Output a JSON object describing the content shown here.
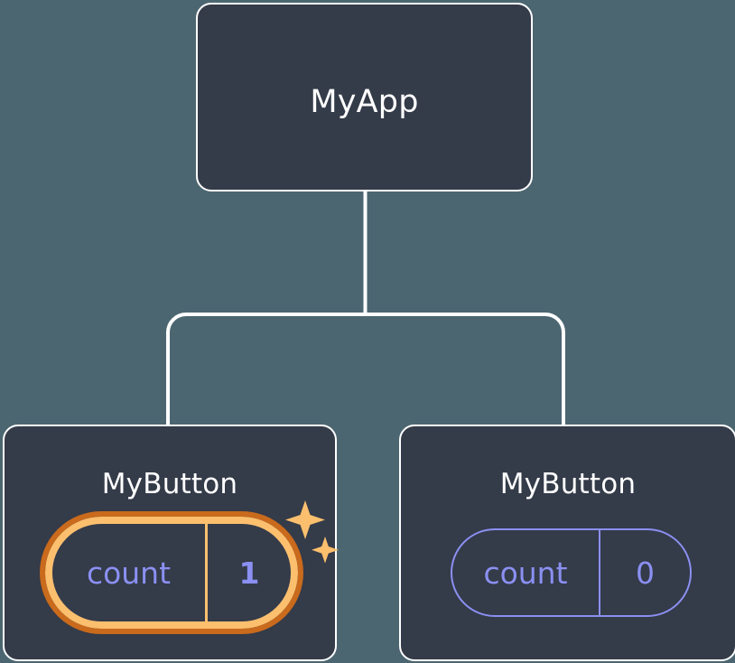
{
  "diagram": {
    "kind": "react-component-tree",
    "background_color": "#4c6671",
    "node_fill_color": "#343b49",
    "node_border_color": "#ffffff",
    "connector_color": "#ffffff",
    "accent_highlight_outer": "#c96a1c",
    "accent_highlight_inner": "#fbbf6e",
    "accent_state_text": "#8b90f2",
    "sparkle_color": "#fbbf6e",
    "root": {
      "title": "MyApp"
    },
    "children": [
      {
        "title": "MyButton",
        "state": {
          "key": "count",
          "value": "1"
        },
        "highlighted": true,
        "sparkles": true
      },
      {
        "title": "MyButton",
        "state": {
          "key": "count",
          "value": "0"
        },
        "highlighted": false,
        "sparkles": false
      }
    ]
  },
  "icons": {
    "sparkle_large": "sparkle-icon",
    "sparkle_small": "sparkle-icon"
  }
}
